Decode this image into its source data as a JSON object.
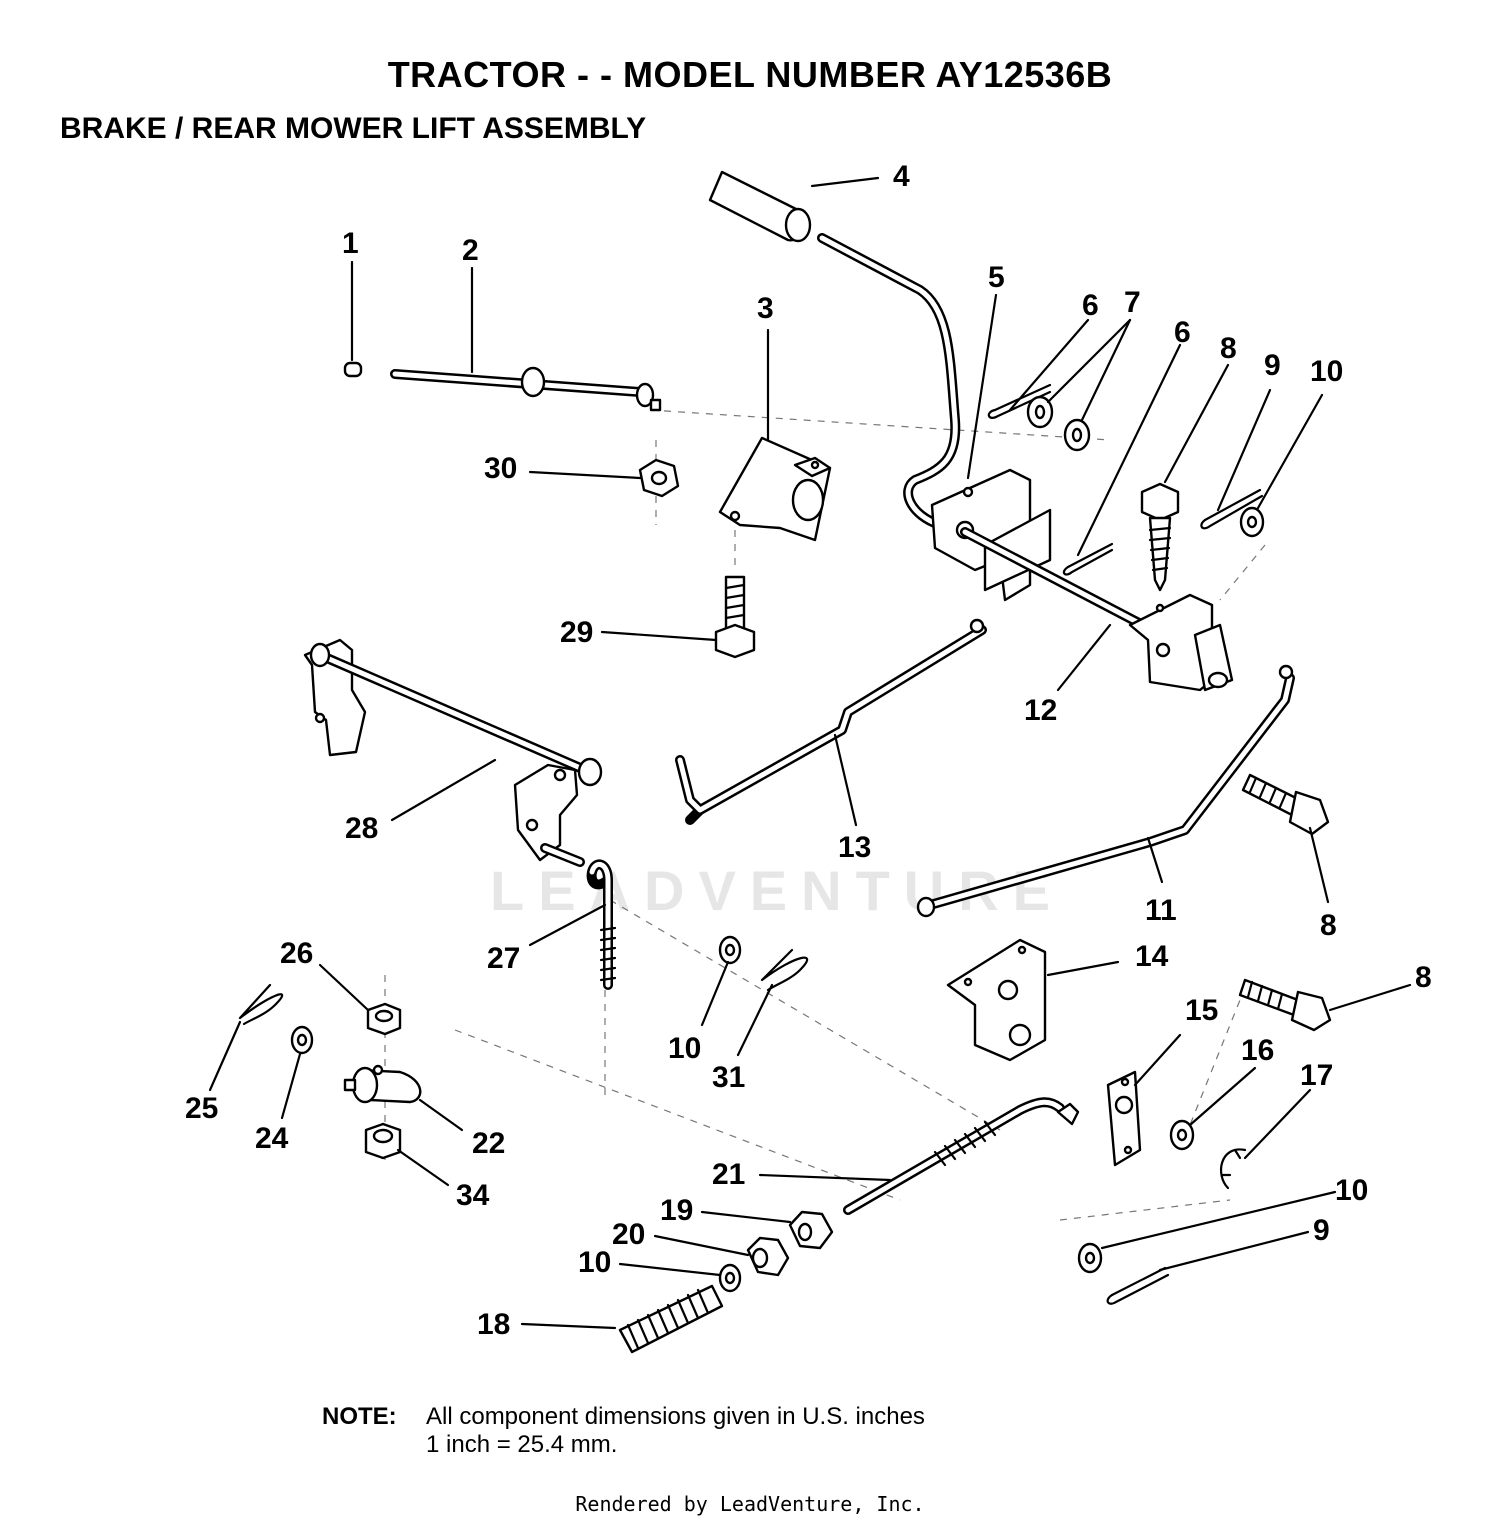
{
  "title": "TRACTOR - - MODEL NUMBER AY12536B",
  "subtitle": "BRAKE / REAR MOWER LIFT ASSEMBLY",
  "note": {
    "label": "NOTE:",
    "line1": "All component dimensions given in U.S. inches",
    "line2": "1 inch = 25.4 mm."
  },
  "watermark": "LEADVENTURE",
  "footer": "Rendered by LeadVenture, Inc.",
  "callouts": [
    "1",
    "2",
    "3",
    "4",
    "5",
    "6",
    "7",
    "6",
    "8",
    "9",
    "10",
    "30",
    "29",
    "12",
    "28",
    "13",
    "11",
    "8",
    "26",
    "27",
    "14",
    "8",
    "10",
    "31",
    "25",
    "24",
    "22",
    "15",
    "16",
    "17",
    "34",
    "21",
    "19",
    "10",
    "20",
    "10",
    "9",
    "18"
  ]
}
